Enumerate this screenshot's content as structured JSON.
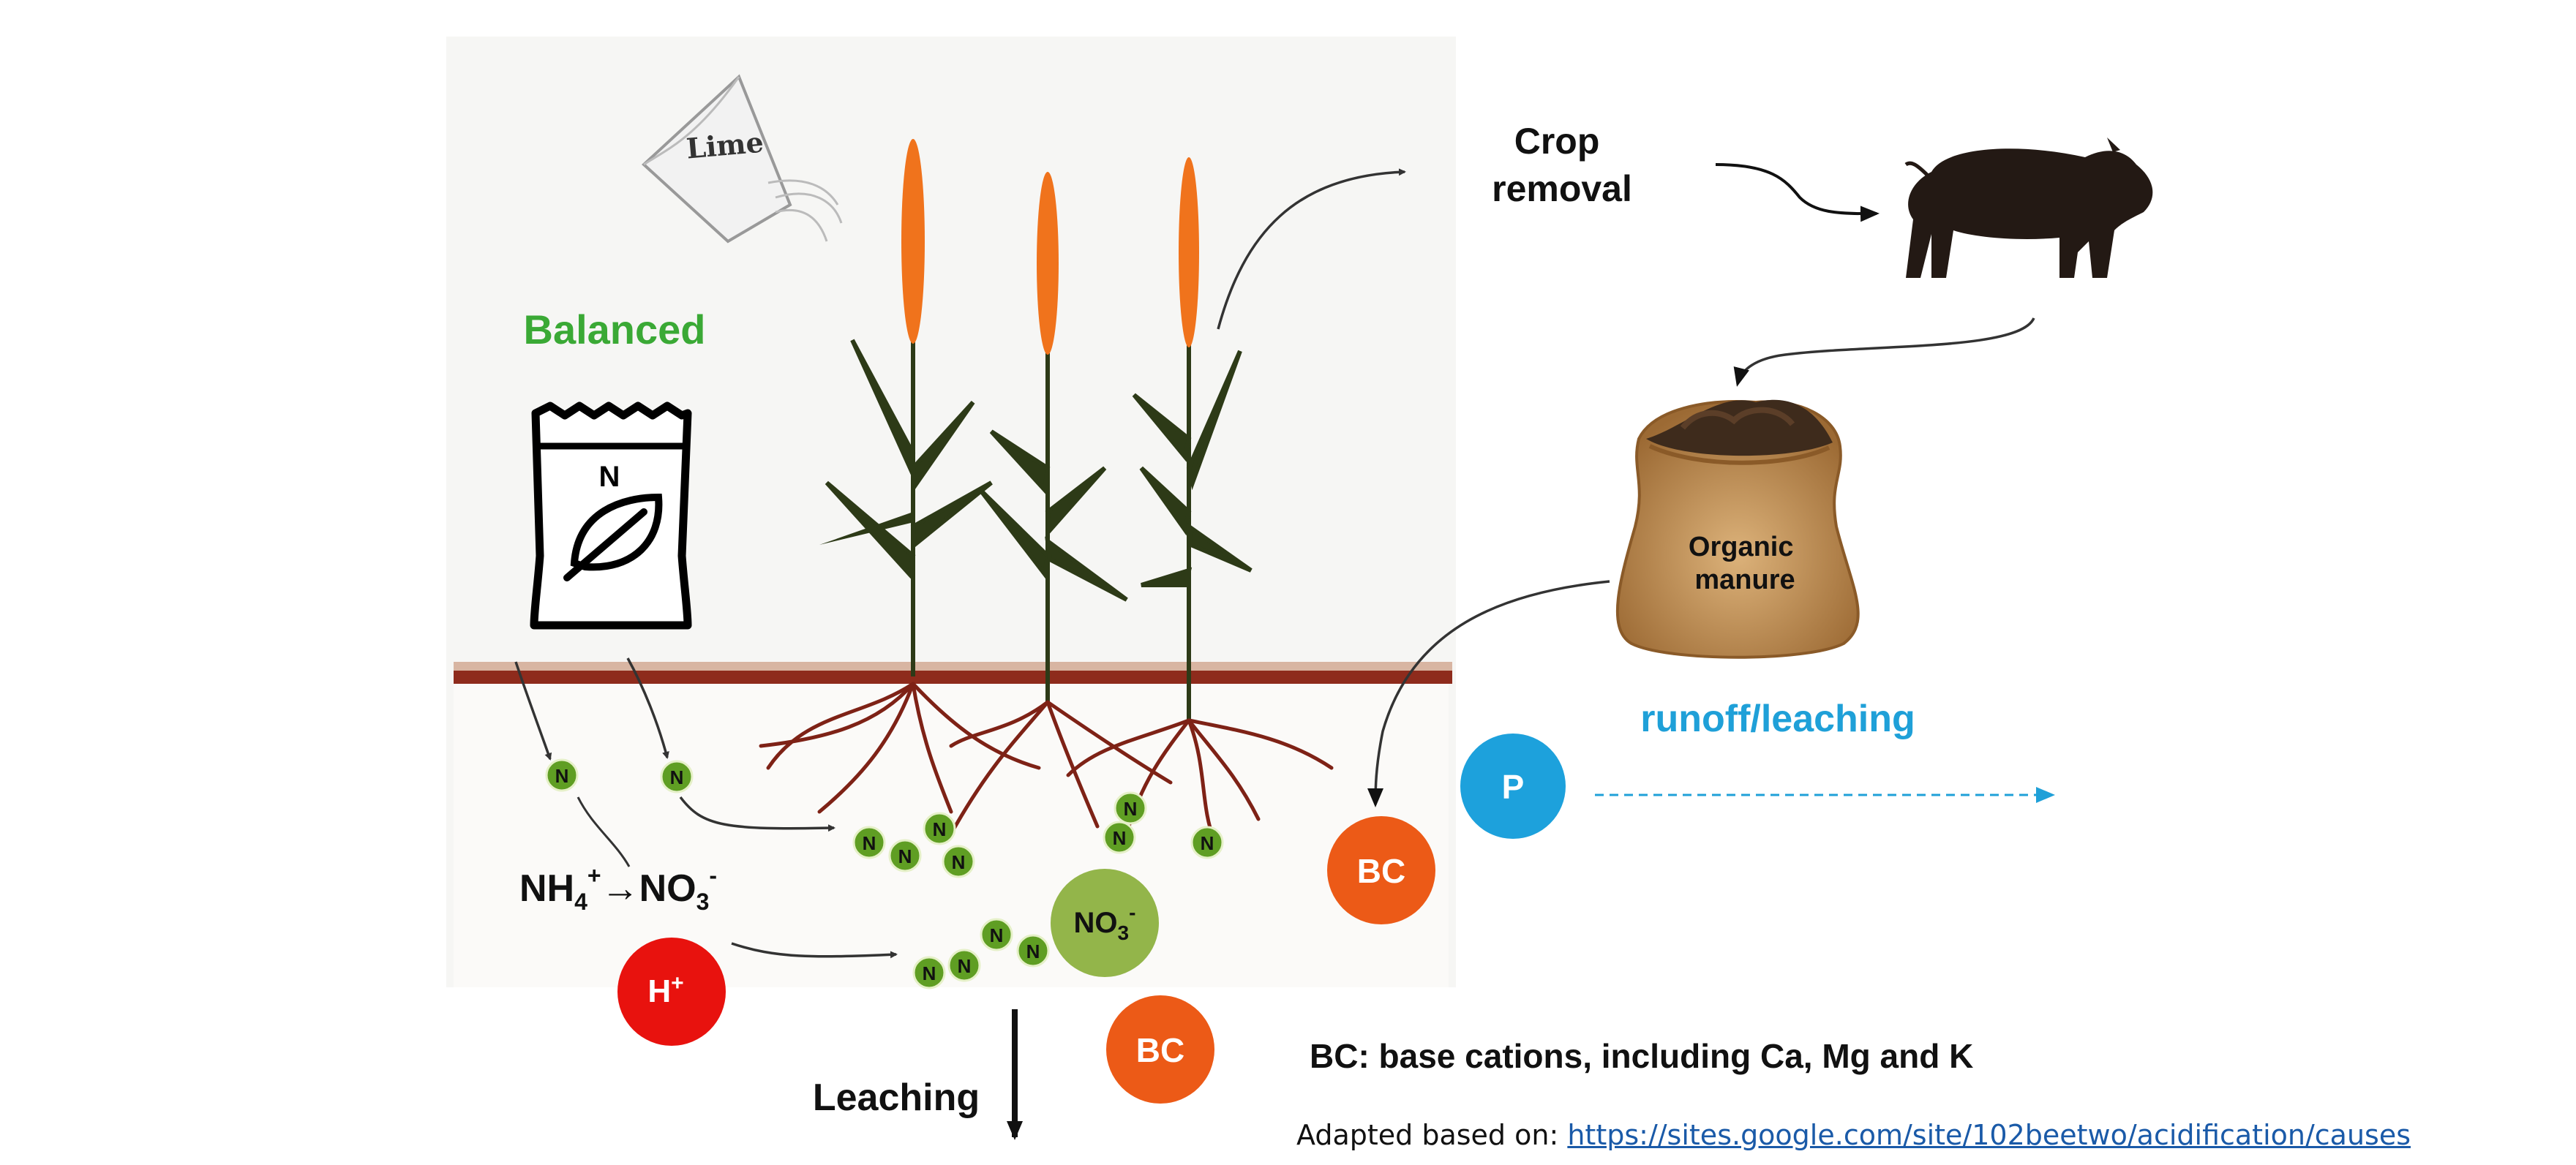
{
  "labels": {
    "lime": "Lime",
    "balanced": "Balanced",
    "fertilizer_letter": "N",
    "crop_removal_line1": "Crop",
    "crop_removal_line2": "removal",
    "organic_line1": "Organic",
    "organic_line2": "manure",
    "runoff": "runoff/leaching",
    "p_ion": "P",
    "bc": "BC",
    "h_base": "H",
    "h_sup": "+",
    "no3_base": "NO",
    "no3_sub": "3",
    "no3_sup": "-",
    "nh4_base": "NH",
    "nh4_sub": "4",
    "nh4_sup": "+",
    "arrow": "→",
    "nitrate_base": "NO",
    "nitrate_sub": "3",
    "nitrate_sup": "-",
    "n_bead": "N",
    "leaching": "Leaching",
    "legend": "BC: base cations, including Ca, Mg and K",
    "source_prefix": "Adapted based on: ",
    "source_link": "https://sites.google.com/site/102beetwo/acidification/causes"
  },
  "colors": {
    "balanced_green": "#3aa935",
    "runoff_blue": "#1fa0d8",
    "p_ion": "#1da1dc",
    "bc_orange": "#ec5a17",
    "h_red": "#e8120e",
    "no3_green": "#93b54a",
    "n_bead": "#5f9e23",
    "soil_line": "#8e2b1c",
    "roots": "#7e2216",
    "wheat_head": "#f0731c",
    "stem": "#2d3a17",
    "sack": "#c9975a"
  },
  "icons": [
    "lime-bag-icon",
    "fertilizer-bag-icon",
    "leaf-icon",
    "pig-icon",
    "manure-sack-icon"
  ]
}
